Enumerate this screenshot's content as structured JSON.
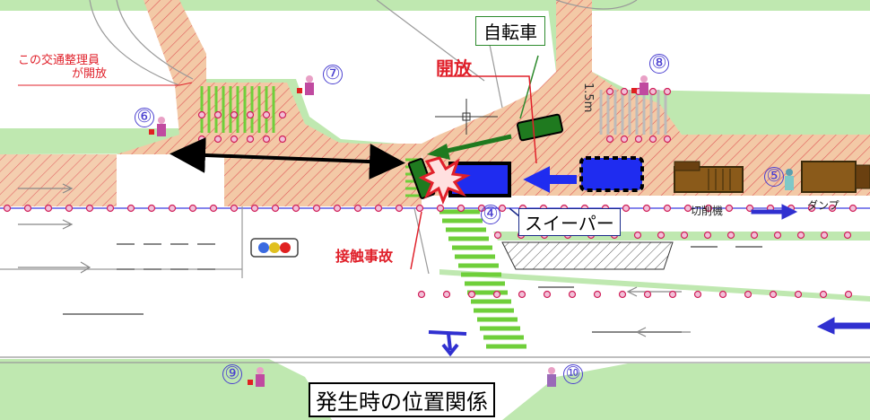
{
  "labels": {
    "bicycle": "自転車",
    "open": "開放",
    "guard_note_line1": "この交通整理員",
    "guard_note_line2": "が開放",
    "sweeper": "スイーパー",
    "collision": "接触事故",
    "cutter": "切削機",
    "dump": "ダンプ",
    "caption": "発生時の位置関係",
    "lane_marker": "1.5m"
  },
  "guards": [
    {
      "number": "⑥"
    },
    {
      "number": "⑦"
    },
    {
      "number": "⑧"
    },
    {
      "number": "④"
    },
    {
      "number": "⑤"
    },
    {
      "number": "⑨"
    },
    {
      "number": "⑩"
    }
  ],
  "colors": {
    "road_hatch": "#f3c9a6",
    "hatch_line": "#e05a5a",
    "median_green": "#bfe8b0",
    "crosswalk_green": "#6fcf3a",
    "bicycle": "#1f7a1f",
    "sweeper": "#1f2cf0",
    "label_red": "#e0202a",
    "guard_number": "#4a3fd0",
    "truck_brown": "#8a5a1a"
  }
}
